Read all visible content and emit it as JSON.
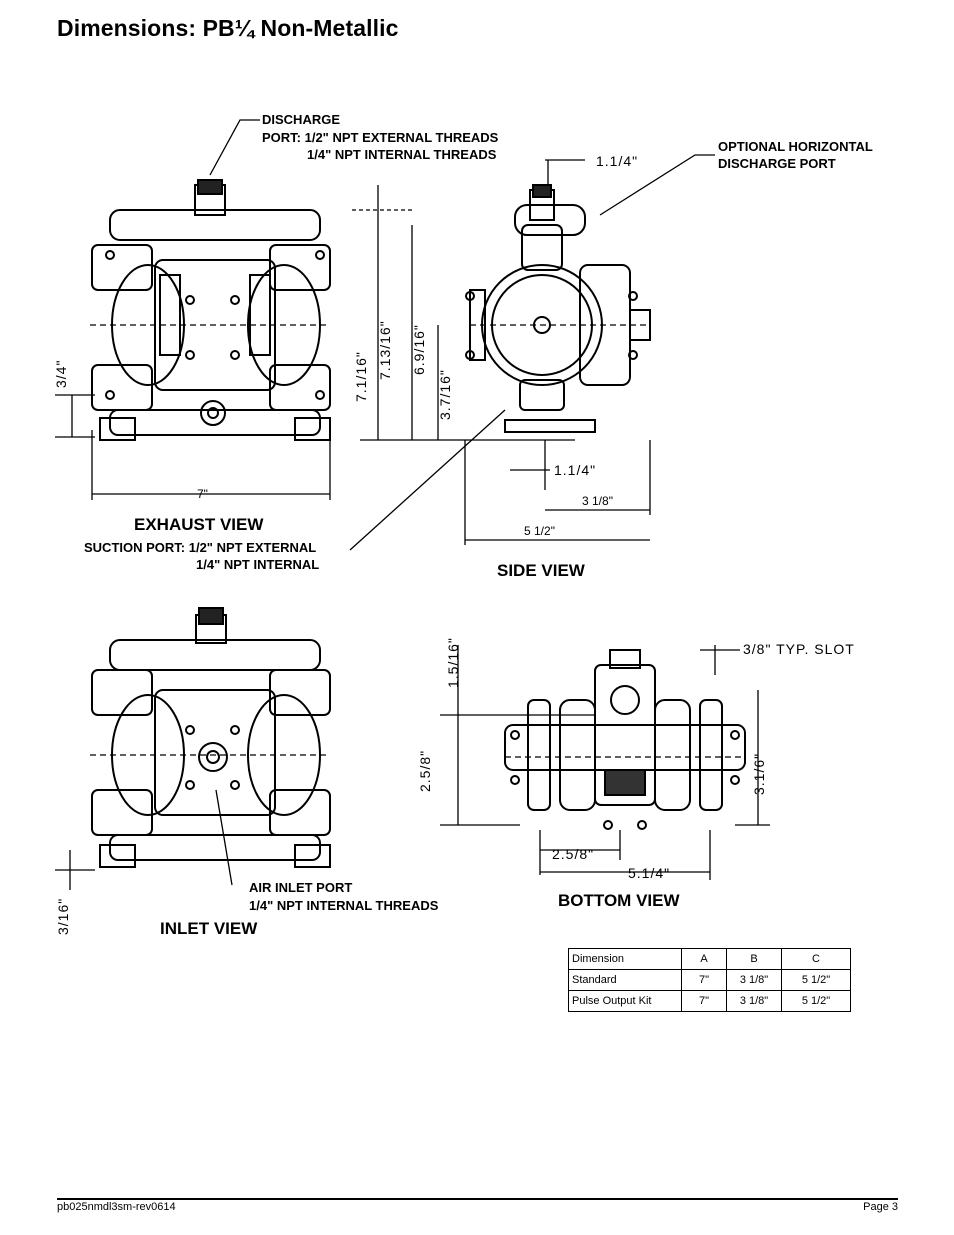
{
  "page": {
    "title": "Dimensions: PB¼ Non-Metallic",
    "footer_left": "pb025nmdl3sm-rev0614",
    "footer_right": "Page 3"
  },
  "drawing": {
    "exhaust_view": {
      "title": "EXHAUST VIEW",
      "discharge_line1": "DISCHARGE",
      "discharge_line2": "PORT: 1/2\" NPT EXTERNAL THREADS",
      "discharge_line3": "1/4\" NPT INTERNAL THREADS",
      "suction_line1": "SUCTION PORT: 1/2\" NPT EXTERNAL",
      "suction_line2": "1/4\" NPT INTERNAL",
      "dim_width": "7\"",
      "dim_left": "3/4\""
    },
    "side_view": {
      "title": "SIDE VIEW",
      "optional_line1": "OPTIONAL HORIZONTAL",
      "optional_line2": "DISCHARGE PORT",
      "dim_top": "1.1/4\"",
      "dim_bottom": "1.1/4\"",
      "dim_3_1_8": "3 1/8\"",
      "dim_5_1_2": "5 1/2\"",
      "dim_v1": "7.1/16\"",
      "dim_v2": "7.13/16\"",
      "dim_v3": "6.9/16\"",
      "dim_v4": "3.7/16\""
    },
    "inlet_view": {
      "title": "INLET VIEW",
      "air_line1": "AIR INLET PORT",
      "air_line2": "1/4\" NPT INTERNAL THREADS",
      "dim_left": "3/16\""
    },
    "bottom_view": {
      "title": "BOTTOM VIEW",
      "dim_slot": "3/8\"  TYP.  SLOT",
      "dim_v1": "1.5/16\"",
      "dim_v2": "2.5/8\"",
      "dim_v3": "3.1/6\"",
      "dim_h1": "2.5/8\"",
      "dim_h2": "5.1/4\""
    }
  },
  "table": {
    "headers": [
      "Dimension",
      "A",
      "B",
      "C"
    ],
    "rows": [
      [
        "Standard",
        "7\"",
        "3 1/8\"",
        "5 1/2\""
      ],
      [
        "Pulse Output Kit",
        "7\"",
        "3 1/8\"",
        "5 1/2\""
      ]
    ]
  }
}
